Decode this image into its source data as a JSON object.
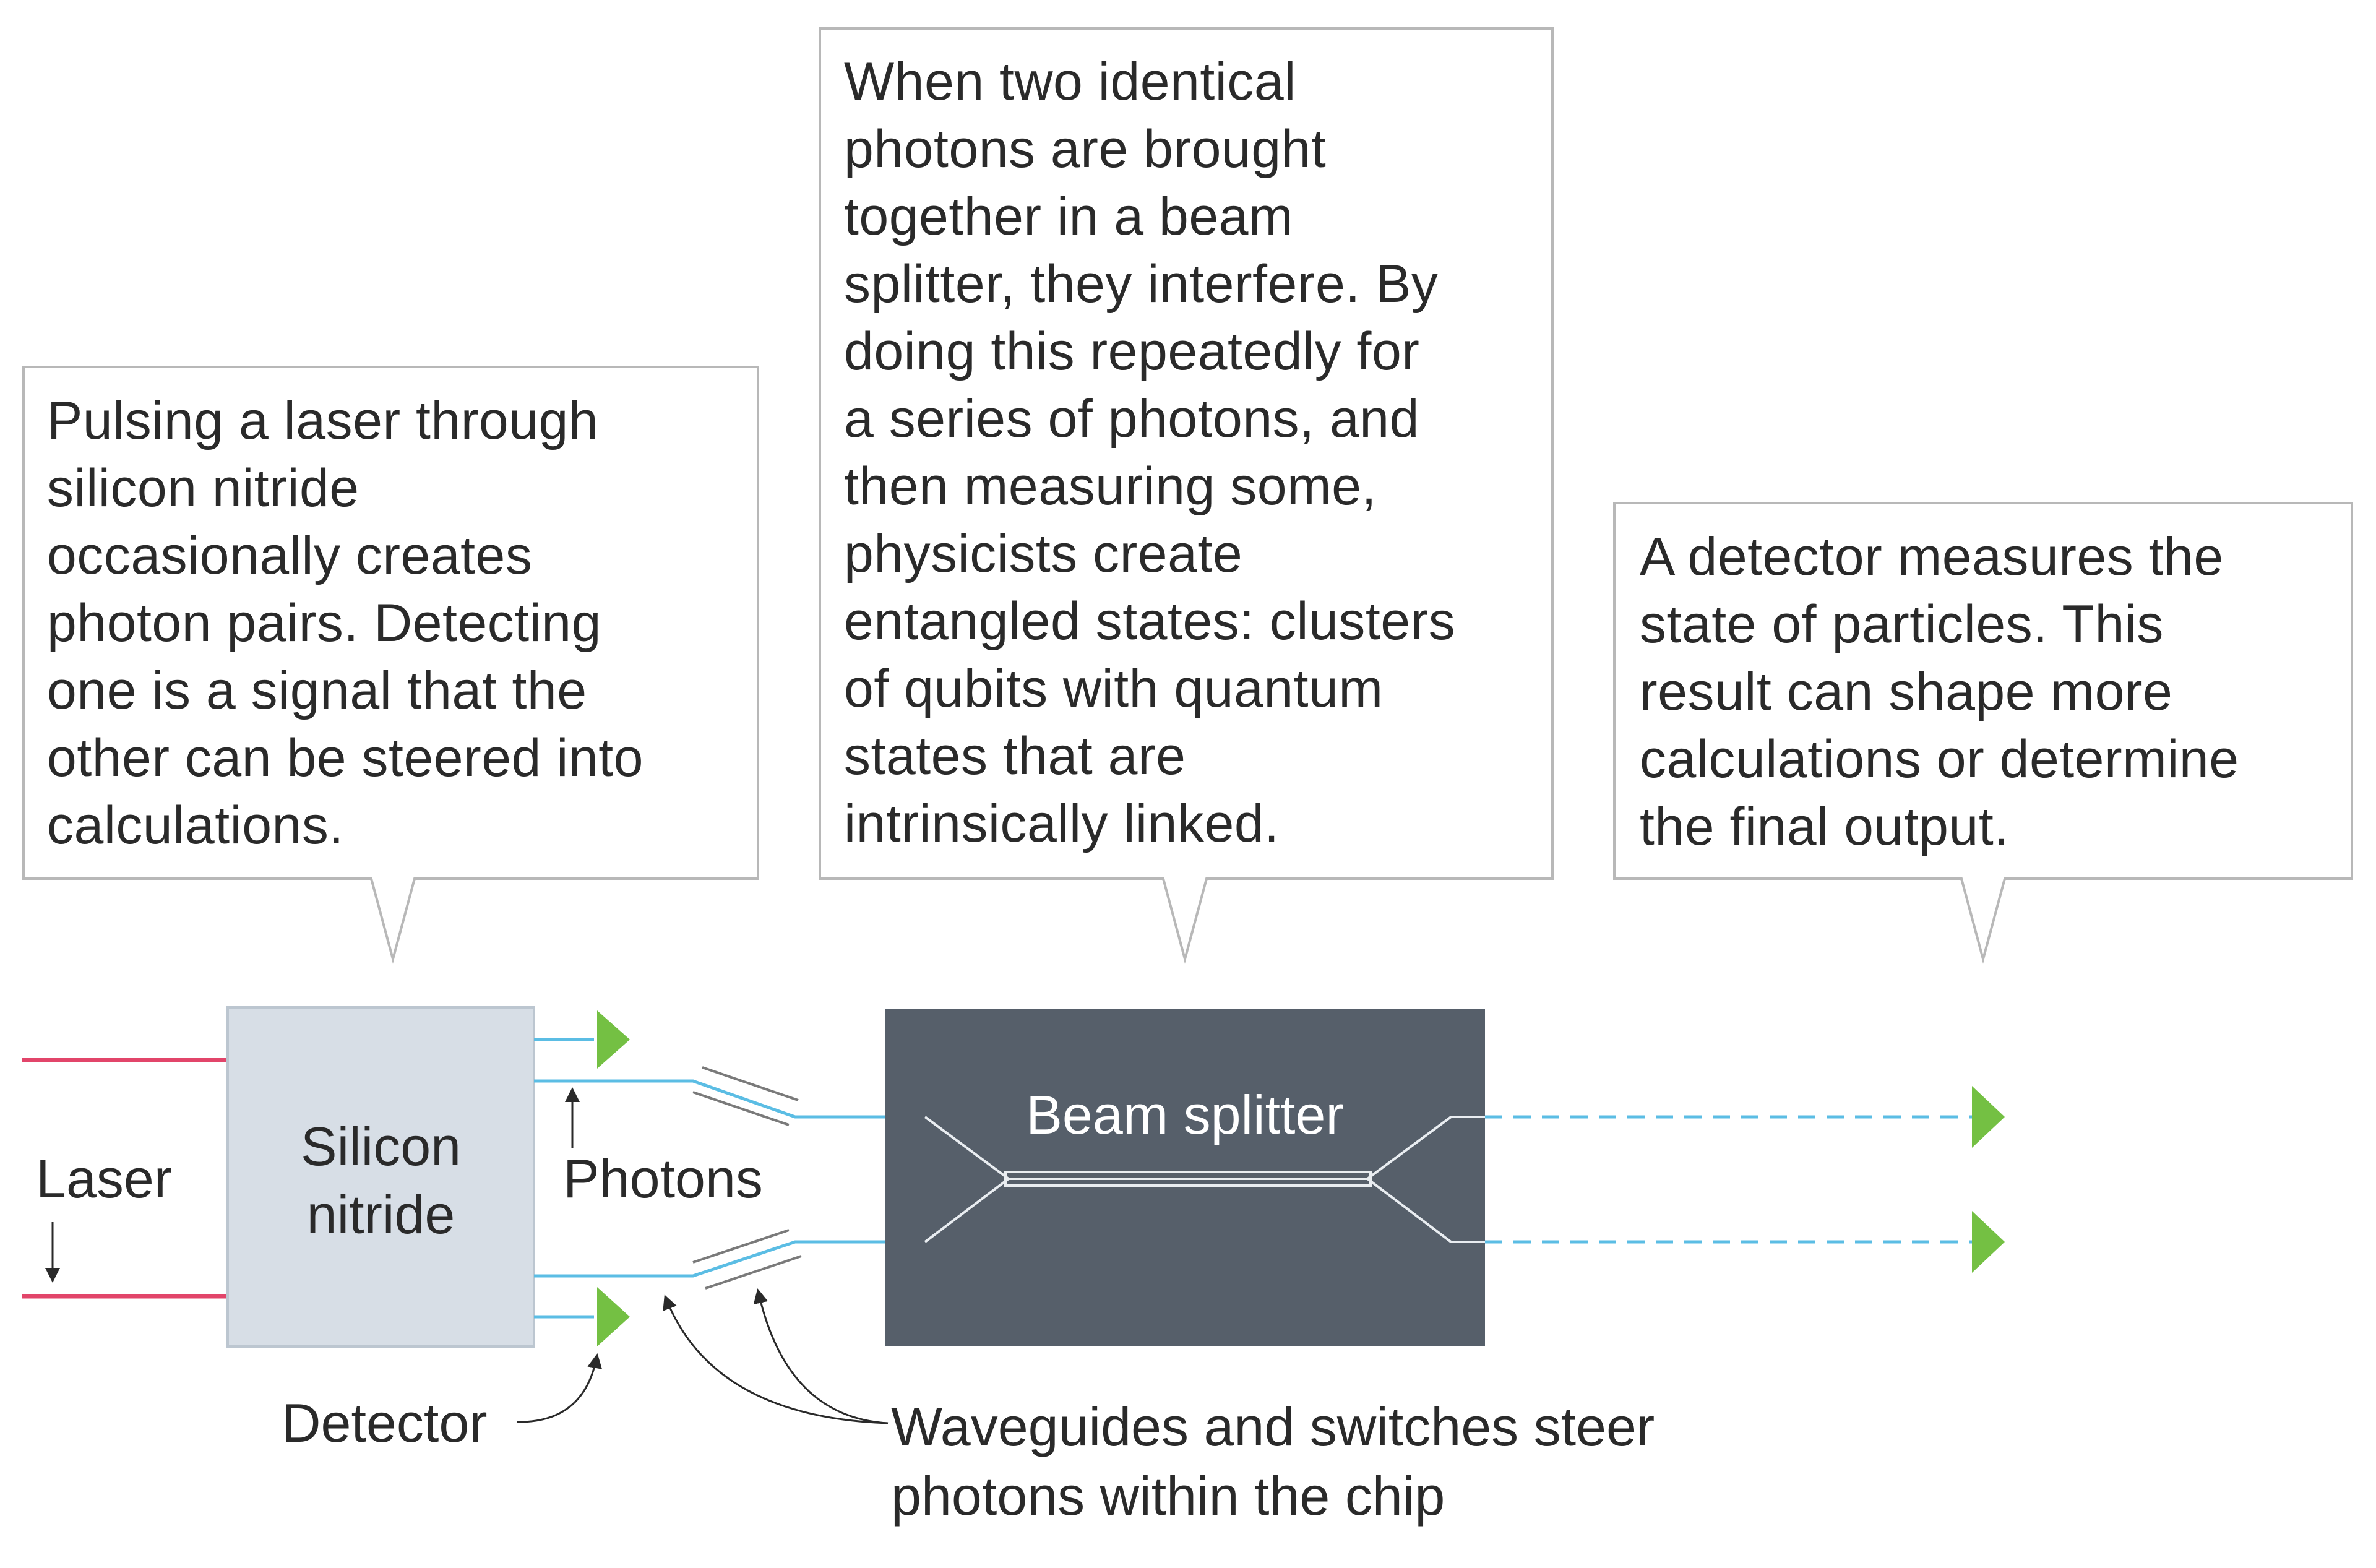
{
  "callouts": {
    "left": "Pulsing a laser through\nsilicon nitride\noccasionally creates\nphoton pairs. Detecting\none is a signal that the\nother can be steered into\ncalculations.",
    "middle": "When two identical\nphotons are brought\ntogether in a beam\nsplitter, they interfere. By\ndoing this repeatedly for\na series of photons, and\nthen measuring some,\nphysicists create\nentangled states: clusters\nof qubits with quantum\nstates that are\nintrinsically linked.",
    "right": "A detector measures the\nstate of particles. This\nresult can shape more\ncalculations or determine\nthe final output."
  },
  "labels": {
    "laser": "Laser",
    "silicon_nitride": "Silicon\nnitride",
    "photons": "Photons",
    "beam_splitter": "Beam splitter",
    "detector": "Detector",
    "waveguides": "Waveguides and switches steer\nphotons within the chip"
  },
  "colors": {
    "laser_line": "#e2456a",
    "photon_line": "#5bbde4",
    "detector": "#74c043",
    "silicon_box": "#d7dee6",
    "beam_splitter_box": "#565f6a",
    "callout_border": "#b8b8b8",
    "text": "#2a2a2a"
  },
  "icons": {
    "detector_marker": "green-triangle-detector-icon"
  }
}
